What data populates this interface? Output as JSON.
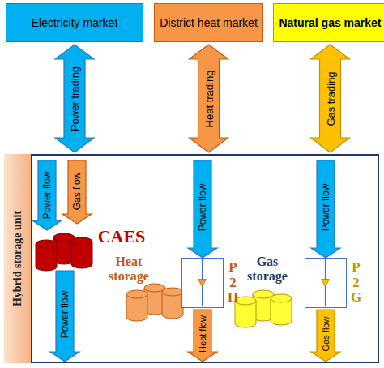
{
  "diagram": {
    "nodes": [
      {
        "text": [
          "Electricity market"
        ]
      },
      {
        "text": [
          "District heat market"
        ]
      },
      {
        "text": [
          "Natural gas market"
        ]
      },
      {
        "text": [
          "Hybrid storage unit"
        ]
      },
      {
        "text": [
          "P2H"
        ],
        "in": 3
      },
      {
        "text": [
          "P2G"
        ],
        "in": 3
      }
    ],
    "edges": [
      {
        "from": 0,
        "to": 3,
        "label": "Power trading",
        "arrow": "both"
      },
      {
        "from": 1,
        "to": 3,
        "label": "Heat trading",
        "arrow": "both"
      },
      {
        "from": 2,
        "to": 3,
        "label": "Gas trading",
        "arrow": "both"
      }
    ],
    "labels": [
      "Power flow",
      "Gas flow",
      "CAES",
      "Power flow",
      "Heat storage",
      "Power flow",
      "Heat flow",
      "Gas storage",
      "Power flow",
      "Gas flow"
    ]
  }
}
